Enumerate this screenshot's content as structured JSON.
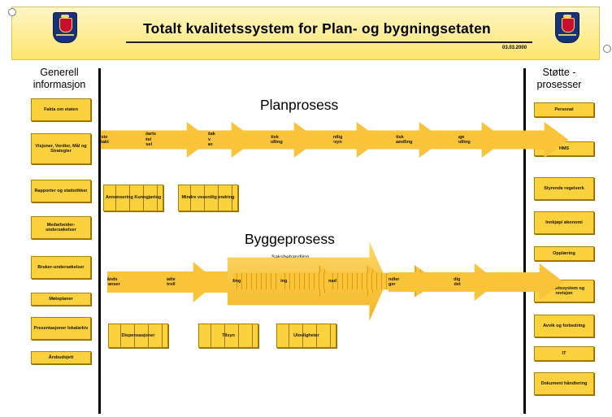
{
  "header": {
    "title": "Totalt kvalitetssystem for Plan- og bygningsetaten",
    "date": "03.03.2000"
  },
  "left_column": {
    "title_line1": "Generell",
    "title_line2": "informasjon",
    "items": [
      "Fakta om etaten",
      "Visjoner, Verdier, Mål og Strategier",
      "Rapporter og statistikker",
      "Medarbeider-undersøkelser",
      "Bruker-undersøkelser",
      "Møteplaner",
      "Presentasjoner lokalarkiv",
      "Årsbudsjett"
    ]
  },
  "right_column": {
    "title_line1": "Støtte -",
    "title_line2": "prosesser",
    "items": [
      "Personal",
      "HMS",
      "Styrende regelverk",
      "Innkjøp/ økonomi",
      "Opplæring",
      "Kvalitetssystem og revisjon",
      "Avvik og forbedring",
      "IT",
      "Dokument håndtering"
    ]
  },
  "planprosess": {
    "title": "Planprosess",
    "steps": [
      "Første kontakt",
      "Oppstarts møte/ Varsel",
      "Mottak av plan",
      "Politisk behandling",
      "Offentlig ettersyn",
      "Politisk sluttbehandling",
      "Klage behandling"
    ],
    "extra_boxes": [
      "Annonsering Kunngjøring",
      "Mindre vesentlig endring"
    ]
  },
  "byggeprosess": {
    "title": "Byggeprosess",
    "saksbehandling_label": "Saksbehandling",
    "steps_before": [
      "Forhånds konferanser",
      "Mottatte Kontroll"
    ],
    "saksbehandling_steps": [
      "Melding",
      "Deling",
      "Søknad"
    ],
    "steps_after": [
      "Behandler Klager",
      "Ferdig Meldet"
    ],
    "extra_boxes": [
      "Dispensasjoner",
      "Tilsyn",
      "Ulovligheter"
    ]
  }
}
